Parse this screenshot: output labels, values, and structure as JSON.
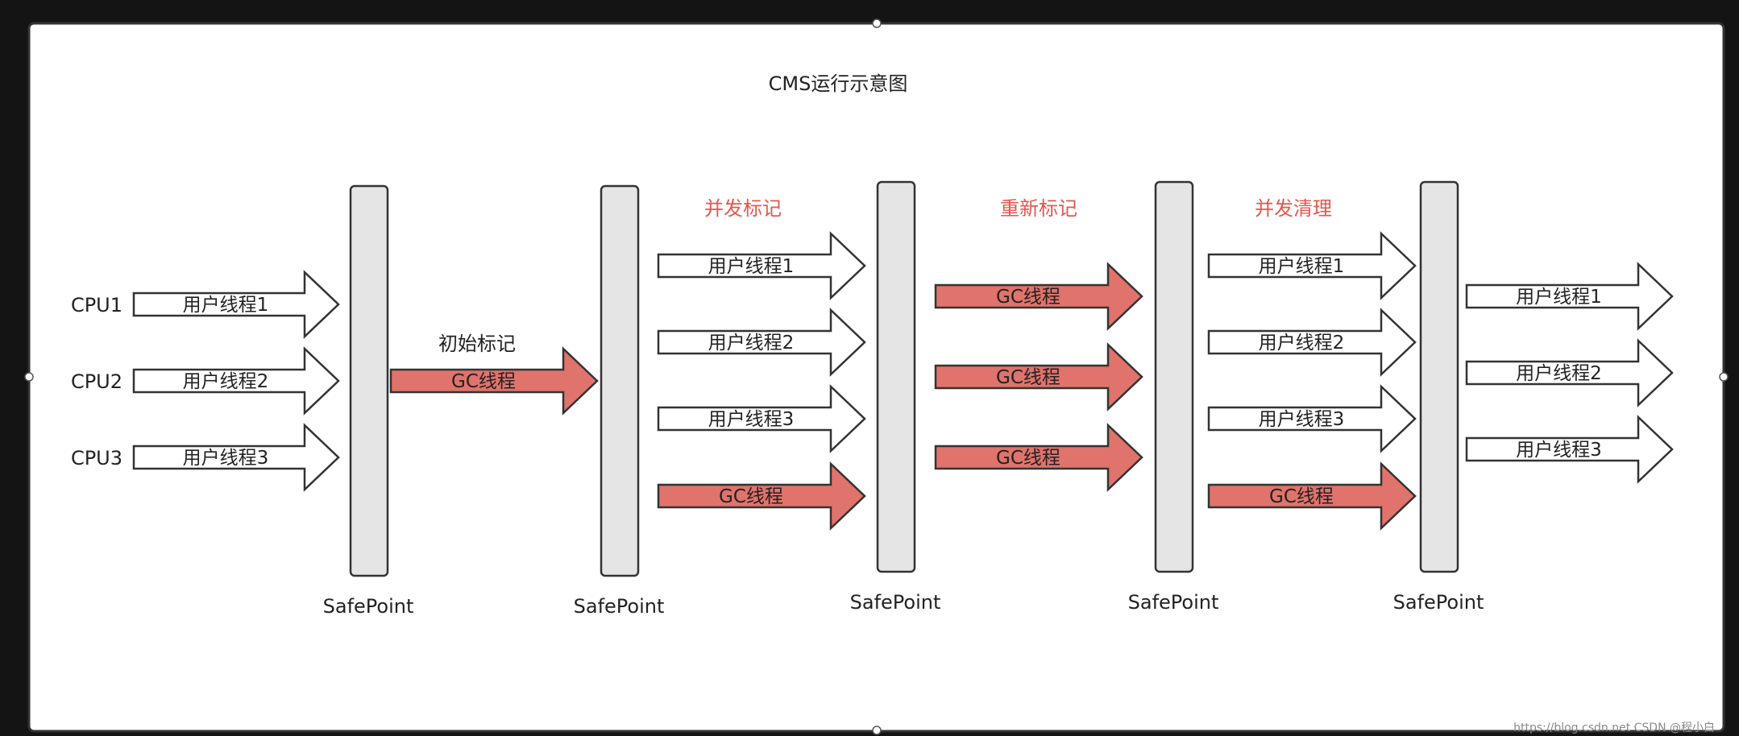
{
  "title": "CMS运行示意图",
  "watermark": "https://blog.csdn.net CSDN @程小白",
  "colors": {
    "background": "#141414",
    "frame_fill": "#ffffff",
    "frame_stroke": "#333333",
    "gc_arrow_fill": "#e0736b",
    "user_arrow_fill": "#ffffff",
    "arrow_stroke": "#333333",
    "bar_fill": "#e5e5e5",
    "phase_label": "#e3584d",
    "text": "#222222"
  },
  "cpus": [
    "CPU1",
    "CPU2",
    "CPU3"
  ],
  "safepoint_label": "SafePoint",
  "phases": [
    {
      "label": "初始标记",
      "highlight": false
    },
    {
      "label": "并发标记",
      "highlight": true
    },
    {
      "label": "重新标记",
      "highlight": true
    },
    {
      "label": "并发清理",
      "highlight": true
    }
  ],
  "arrow_columns": [
    [
      {
        "label": "用户线程1",
        "kind": "user"
      },
      {
        "label": "用户线程2",
        "kind": "user"
      },
      {
        "label": "用户线程3",
        "kind": "user"
      }
    ],
    [
      {
        "label": "GC线程",
        "kind": "gc"
      }
    ],
    [
      {
        "label": "用户线程1",
        "kind": "user"
      },
      {
        "label": "用户线程2",
        "kind": "user"
      },
      {
        "label": "用户线程3",
        "kind": "user"
      },
      {
        "label": "GC线程",
        "kind": "gc"
      }
    ],
    [
      {
        "label": "GC线程",
        "kind": "gc"
      },
      {
        "label": "GC线程",
        "kind": "gc"
      },
      {
        "label": "GC线程",
        "kind": "gc"
      }
    ],
    [
      {
        "label": "用户线程1",
        "kind": "user"
      },
      {
        "label": "用户线程2",
        "kind": "user"
      },
      {
        "label": "用户线程3",
        "kind": "user"
      },
      {
        "label": "GC线程",
        "kind": "gc"
      }
    ],
    [
      {
        "label": "用户线程1",
        "kind": "user"
      },
      {
        "label": "用户线程2",
        "kind": "user"
      },
      {
        "label": "用户线程3",
        "kind": "user"
      }
    ]
  ]
}
